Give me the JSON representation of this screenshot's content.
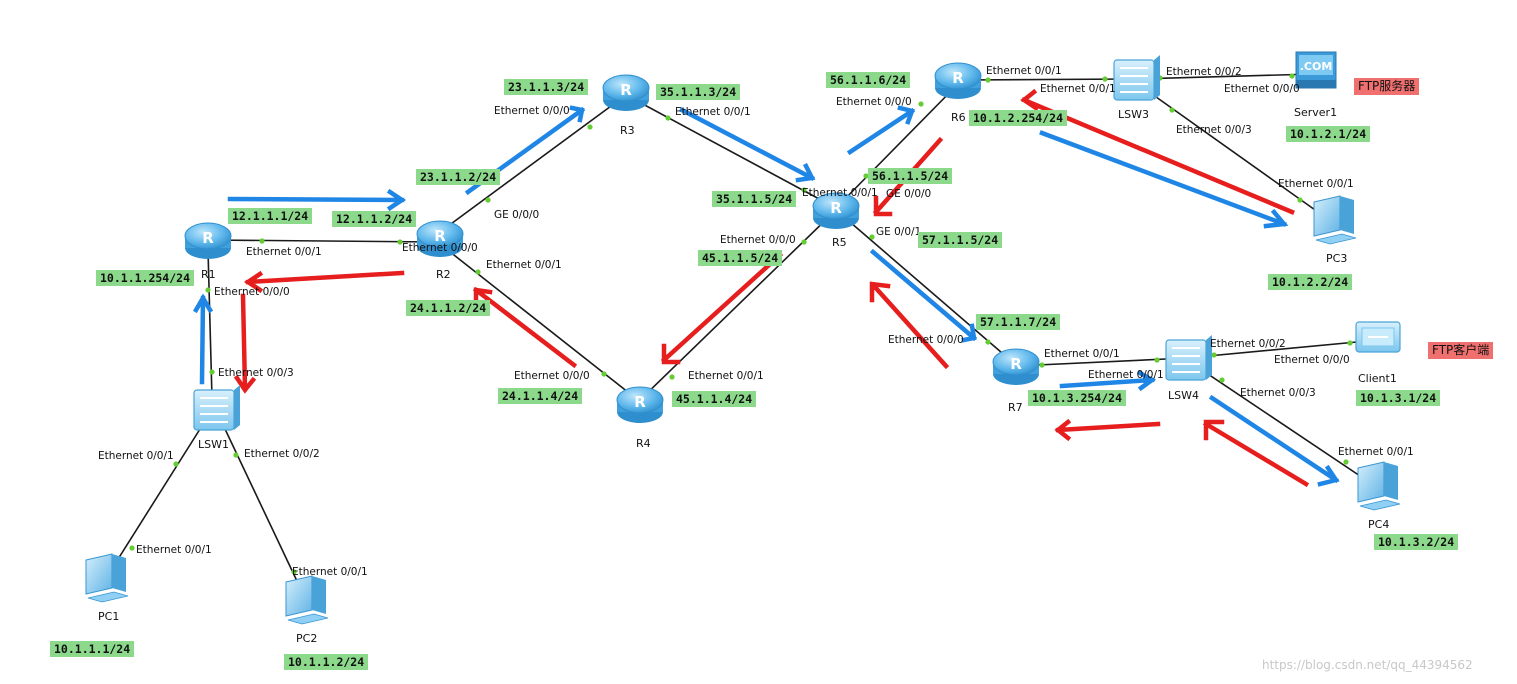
{
  "devices": {
    "r1": {
      "name": "R1"
    },
    "r2": {
      "name": "R2"
    },
    "r3": {
      "name": "R3"
    },
    "r4": {
      "name": "R4"
    },
    "r5": {
      "name": "R5"
    },
    "r6": {
      "name": "R6"
    },
    "r7": {
      "name": "R7"
    },
    "lsw1": {
      "name": "LSW1"
    },
    "lsw3": {
      "name": "LSW3"
    },
    "lsw4": {
      "name": "LSW4"
    },
    "pc1": {
      "name": "PC1"
    },
    "pc2": {
      "name": "PC2"
    },
    "pc3": {
      "name": "PC3"
    },
    "pc4": {
      "name": "PC4"
    },
    "server1": {
      "name": "Server1",
      "badge": ".COM"
    },
    "client1": {
      "name": "Client1"
    }
  },
  "interfaces": {
    "r1_e001": "Ethernet 0/0/1",
    "r1_e000": "Ethernet 0/0/0",
    "r2_e000": "Ethernet 0/0/0",
    "r2_ge000": "GE 0/0/0",
    "r2_e001": "Ethernet 0/0/1",
    "r3_e000": "Ethernet 0/0/0",
    "r3_e001": "Ethernet 0/0/1",
    "r4_e000": "Ethernet 0/0/0",
    "r4_e001": "Ethernet 0/0/1",
    "r5_e000": "Ethernet 0/0/0",
    "r5_e001": "Ethernet 0/0/1",
    "r5_ge000": "GE 0/0/0",
    "r5_ge001": "GE 0/0/1",
    "r6_e000": "Ethernet 0/0/0",
    "r6_e001": "Ethernet 0/0/1",
    "lsw3_e001": "Ethernet 0/0/1",
    "lsw3_e002": "Ethernet 0/0/2",
    "lsw3_e003": "Ethernet 0/0/3",
    "server1_e000": "Ethernet 0/0/0",
    "pc3_e001": "Ethernet 0/0/1",
    "r7_e000": "Ethernet 0/0/0",
    "r7_e001": "Ethernet 0/0/1",
    "lsw4_e001": "Ethernet 0/0/1",
    "lsw4_e002": "Ethernet 0/0/2",
    "lsw4_e003": "Ethernet 0/0/3",
    "client1_e000": "Ethernet 0/0/0",
    "pc4_e001": "Ethernet 0/0/1",
    "lsw1_e003": "Ethernet 0/0/3",
    "lsw1_e001": "Ethernet 0/0/1",
    "lsw1_e002": "Ethernet 0/0/2",
    "pc1_e001": "Ethernet 0/0/1",
    "pc2_e001": "Ethernet 0/0/1"
  },
  "ips": {
    "r1_12": "12.1.1.1/24",
    "r1_10": "10.1.1.254/24",
    "r2_12": "12.1.1.2/24",
    "r2_23": "23.1.1.2/24",
    "r2_24": "24.1.1.2/24",
    "r3_23": "23.1.1.3/24",
    "r3_35": "35.1.1.3/24",
    "r4_24": "24.1.1.4/24",
    "r4_45": "45.1.1.4/24",
    "r5_35": "35.1.1.5/24",
    "r5_45": "45.1.1.5/24",
    "r5_56": "56.1.1.5/24",
    "r5_57": "57.1.1.5/24",
    "r6_56": "56.1.1.6/24",
    "r6_10": "10.1.2.254/24",
    "r7_57": "57.1.1.7/24",
    "r7_10": "10.1.3.254/24",
    "server1": "10.1.2.1/24",
    "pc3": "10.1.2.2/24",
    "client1": "10.1.3.1/24",
    "pc4": "10.1.3.2/24",
    "pc1": "10.1.1.1/24",
    "pc2": "10.1.1.2/24"
  },
  "tags": {
    "ftp_server": "FTP服务器",
    "ftp_client": "FTP客户端"
  },
  "colors": {
    "link": "#1a1a1a",
    "port_dot": "#66cc33",
    "arrow_blue": "#1f86e6",
    "arrow_red": "#e61e1e",
    "ip_bg": "#8cd98c",
    "tag_bg": "#f07070",
    "device": "#5fb8ec"
  },
  "watermark": "https://blog.csdn.net/qq_44394562"
}
